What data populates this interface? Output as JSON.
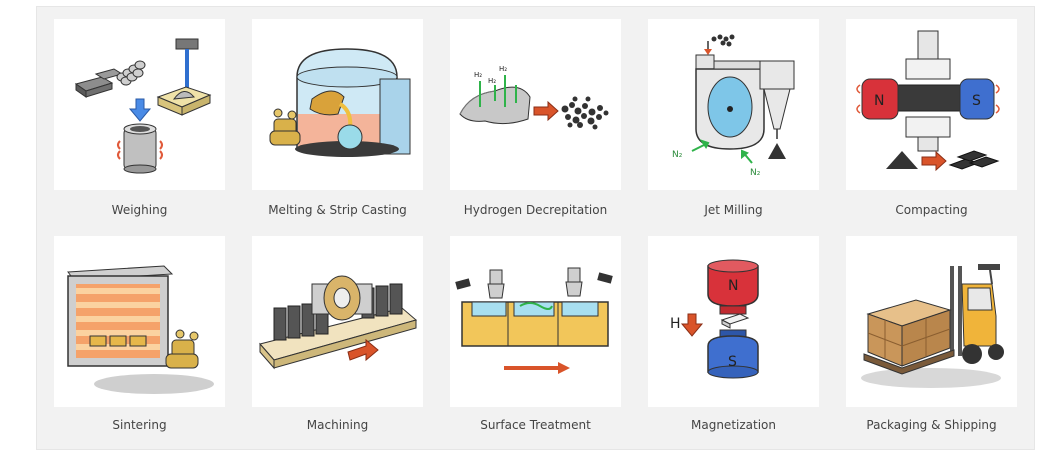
{
  "steps": [
    {
      "label": "Weighing",
      "icon": "weighing-illustration-icon"
    },
    {
      "label": "Melting & Strip Casting",
      "icon": "melting-furnace-illustration-icon"
    },
    {
      "label": "Hydrogen Decrepitation",
      "icon": "hydrogen-decrepitation-illustration-icon",
      "formula": "H₂"
    },
    {
      "label": "Jet Milling",
      "icon": "jet-mill-illustration-icon",
      "formula": "N₂"
    },
    {
      "label": "Compacting",
      "icon": "magnet-press-illustration-icon",
      "poles": [
        "N",
        "S"
      ]
    },
    {
      "label": "Sintering",
      "icon": "sintering-oven-illustration-icon"
    },
    {
      "label": "Machining",
      "icon": "machining-illustration-icon"
    },
    {
      "label": "Surface Treatment",
      "icon": "surface-treatment-illustration-icon"
    },
    {
      "label": "Magnetization",
      "icon": "magnetizer-illustration-icon",
      "field": "H",
      "poles": [
        "N",
        "S"
      ]
    },
    {
      "label": "Packaging & Shipping",
      "icon": "forklift-pallet-illustration-icon"
    }
  ],
  "colors": {
    "panel": "#f2f2f2",
    "tile": "#ffffff",
    "caption": "#444444",
    "arrow_red": "#d9542a",
    "arrow_green": "#2fb34a",
    "magnet_red": "#d8323a",
    "magnet_blue": "#3f6fcf"
  }
}
